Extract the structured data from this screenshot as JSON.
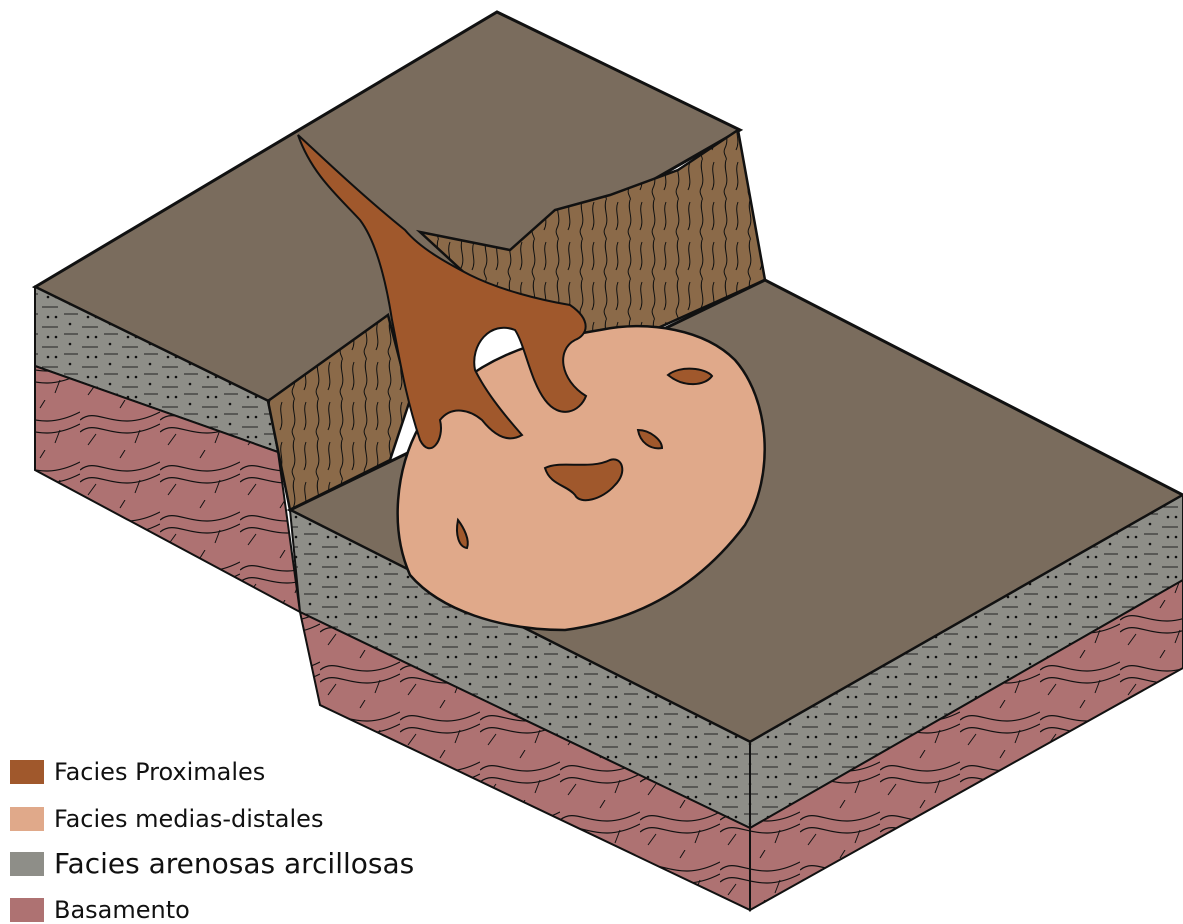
{
  "legend": {
    "items": [
      {
        "label": "Facies Proximales",
        "color": "#a0582c"
      },
      {
        "label": "Facies medias-distales",
        "color": "#e0a98a"
      },
      {
        "label": "Facies arenosas arcillosas",
        "color": "#8e8e88"
      },
      {
        "label": "Basamento",
        "color": "#ae7272"
      }
    ]
  },
  "surface_colors": {
    "plateau_top": "#7a6c5d",
    "scarp_face": "#8b6a49"
  }
}
